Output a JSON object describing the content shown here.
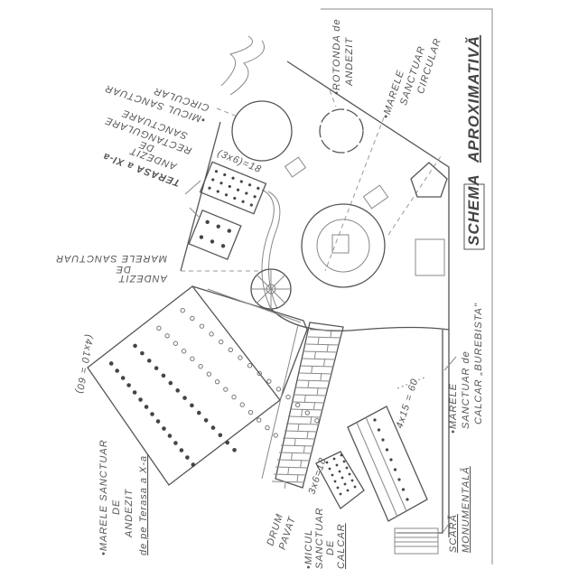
{
  "title": {
    "schema": "SCHEMA",
    "aprox": "APROXIMATIVĂ"
  },
  "labels": {
    "rotonda_1": "•ROTONDA de",
    "rotonda_2": "ANDEZIT",
    "marele_circular_1": "•MARELE",
    "marele_circular_2": "SANCTUAR",
    "marele_circular_3": "CIRCULAR",
    "micul_circular_1": "•MICUL SANCTUAR",
    "micul_circular_2": "CIRCULAR",
    "rect_1": "SANCTUARE",
    "rect_2": "RECTANGULARE",
    "rect_3": "DE",
    "rect_4": "ANDEZIT",
    "terasa_xi": "TERASA a XI-a",
    "rect_count": "(3x6)=18",
    "marele_andezit_1": "MARELE SANCTUAR",
    "marele_andezit_2": "DE",
    "marele_andezit_3": "ANDEZIT",
    "andezit_count": "(4x10 = 60)",
    "marele_x_1": "•MARELE SANCTUAR",
    "marele_x_2": "DE",
    "marele_x_3": "ANDEZIT",
    "marele_x_4": "de pe Terasa a X-a",
    "drum_1": "DRUM",
    "drum_2": "PAVAT",
    "micul_calcar_1": "•MICUL",
    "micul_calcar_2": "SANCTUAR",
    "micul_calcar_3": "DE",
    "micul_calcar_4": "CALCAR",
    "micul_calcar_count": "3x6=18",
    "calcar_count": "4x15 = 60",
    "burebista_1": "•MARELE",
    "burebista_2": "SANCTUAR de",
    "burebista_3": "CALCAR „BUREBISTA\"",
    "scara_1": "SCARĂ",
    "scara_2": "MONUMENTALĂ"
  }
}
